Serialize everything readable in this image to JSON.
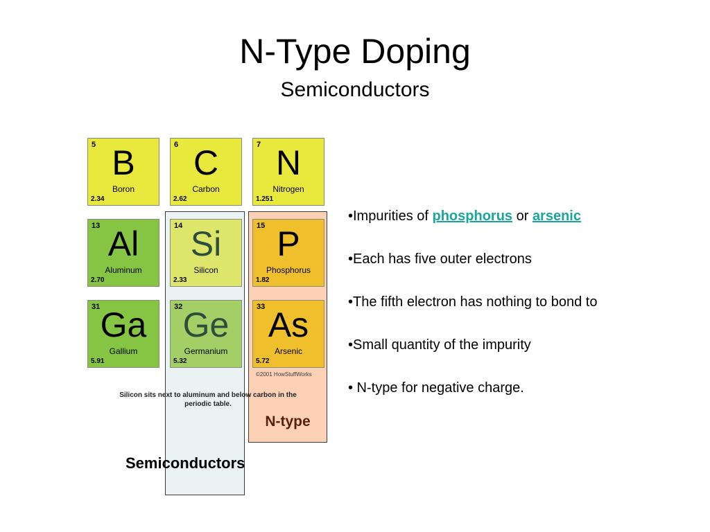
{
  "slide": {
    "title": "N-Type Doping",
    "subtitle": "Semiconductors"
  },
  "elements": [
    {
      "number": "5",
      "symbol": "B",
      "name": "Boron",
      "mass": "2.34"
    },
    {
      "number": "6",
      "symbol": "C",
      "name": "Carbon",
      "mass": "2.62"
    },
    {
      "number": "7",
      "symbol": "N",
      "name": "Nitrogen",
      "mass": "1.251"
    },
    {
      "number": "13",
      "symbol": "Al",
      "name": "Aluminum",
      "mass": "2.70"
    },
    {
      "number": "14",
      "symbol": "Si",
      "name": "Silicon",
      "mass": "2.33"
    },
    {
      "number": "15",
      "symbol": "P",
      "name": "Phosphorus",
      "mass": "1.82"
    },
    {
      "number": "31",
      "symbol": "Ga",
      "name": "Gallium",
      "mass": "5.91"
    },
    {
      "number": "32",
      "symbol": "Ge",
      "name": "Germanium",
      "mass": "5.32"
    },
    {
      "number": "33",
      "symbol": "As",
      "name": "Arsenic",
      "mass": "5.72"
    }
  ],
  "figure": {
    "credit": "©2001 HowStuffWorks",
    "caption_line1": "Silicon sits next to aluminum and below carbon in the",
    "caption_line2": "periodic table.",
    "ntype_label": "N-type",
    "semiconductors_label": "Semiconductors"
  },
  "bullets": {
    "b1_prefix": "•Impurities of ",
    "b1_link1": "phosphorus",
    "b1_middle": " or ",
    "b1_link2": "arsenic",
    "b2": "•Each has five outer electrons",
    "b3": "•The fifth electron has nothing to bond to",
    "b4": "•Small quantity of the impurity",
    "b5": "• N-type for negative charge."
  },
  "colors": {
    "link": "#1aa59a",
    "ntype_box": "#fdd1b6",
    "semi_box": "#eaf2f4",
    "ntype_text": "#5a1e0a"
  }
}
